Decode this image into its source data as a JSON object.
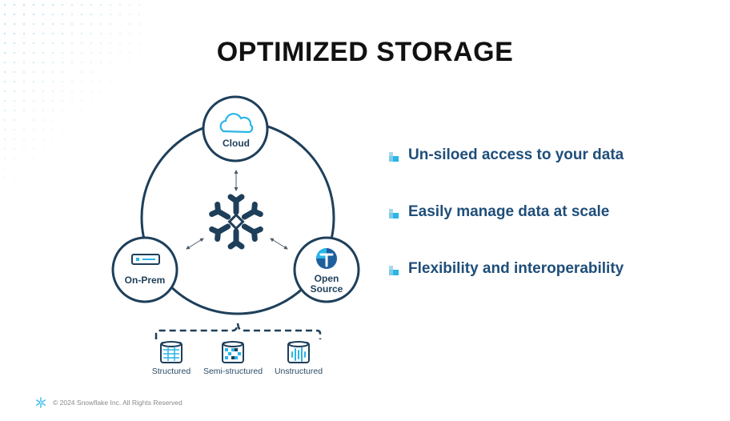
{
  "slide": {
    "title": "OPTIMIZED STORAGE",
    "nodes": {
      "cloud": "Cloud",
      "on_prem": "On-Prem",
      "open_source_line1": "Open",
      "open_source_line2": "Source"
    },
    "data_types": [
      "Structured",
      "Semi-structured",
      "Unstructured"
    ],
    "bullets": [
      "Un-siloed access to your data",
      "Easily manage data at scale",
      "Flexibility and interoperability"
    ],
    "footer": "© 2024 Snowflake Inc. All Rights Reserved"
  },
  "colors": {
    "accent": "#29b5e8",
    "navy": "#1e3f5a",
    "bullet_text": "#1f4e79",
    "title": "#111111"
  },
  "icons": [
    "cloud-icon",
    "server-icon",
    "open-source-icon",
    "snowflake-icon",
    "database-icon",
    "semi-structured-icon",
    "audio-file-icon"
  ]
}
